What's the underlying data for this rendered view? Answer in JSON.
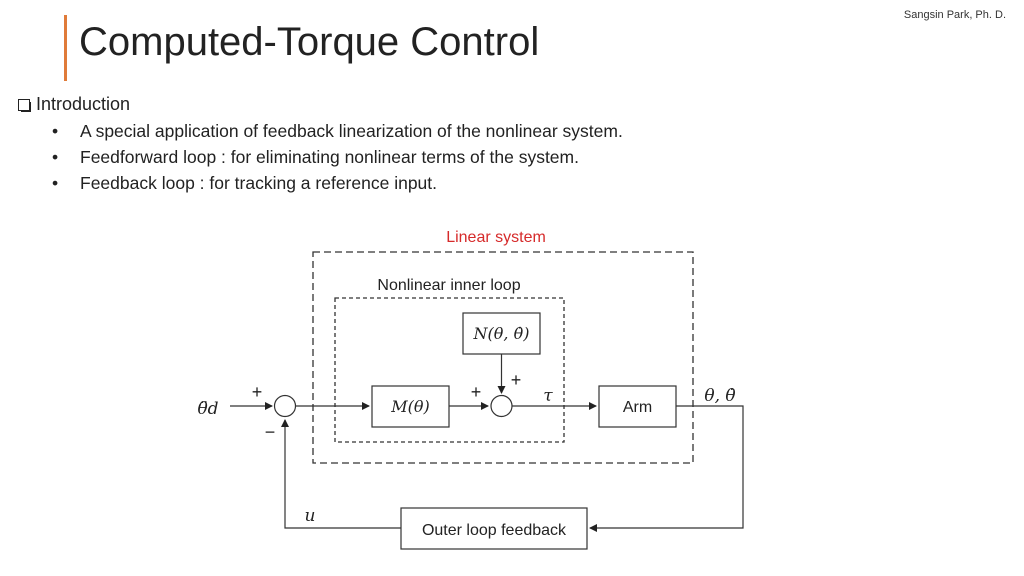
{
  "slide": {
    "author": "Sangsin Park, Ph. D.",
    "title": "Computed-Torque Control",
    "section_title": "Introduction",
    "bullets": [
      "A special application of feedback linearization of the nonlinear system.",
      "Feedforward loop : for eliminating nonlinear terms of the system.",
      "Feedback loop : for tracking a reference input."
    ]
  },
  "diagram": {
    "linear_system_label": "Linear system",
    "inner_loop_label": "Nonlinear inner loop",
    "n_block": "N(θ, θ̇)",
    "m_block": "M(θ)",
    "arm_block": "Arm",
    "feedback_block": "Outer loop feedback",
    "input_label": "θ̈d",
    "output_label": "θ, θ̇",
    "tau_label": "τ",
    "u_label": "u",
    "sum1_plus": "+",
    "sum1_minus": "−",
    "sum2_plus_left": "+",
    "sum2_plus_top": "+",
    "colors": {
      "linear_label": "#d62a2a",
      "accent": "#e07b39"
    }
  }
}
